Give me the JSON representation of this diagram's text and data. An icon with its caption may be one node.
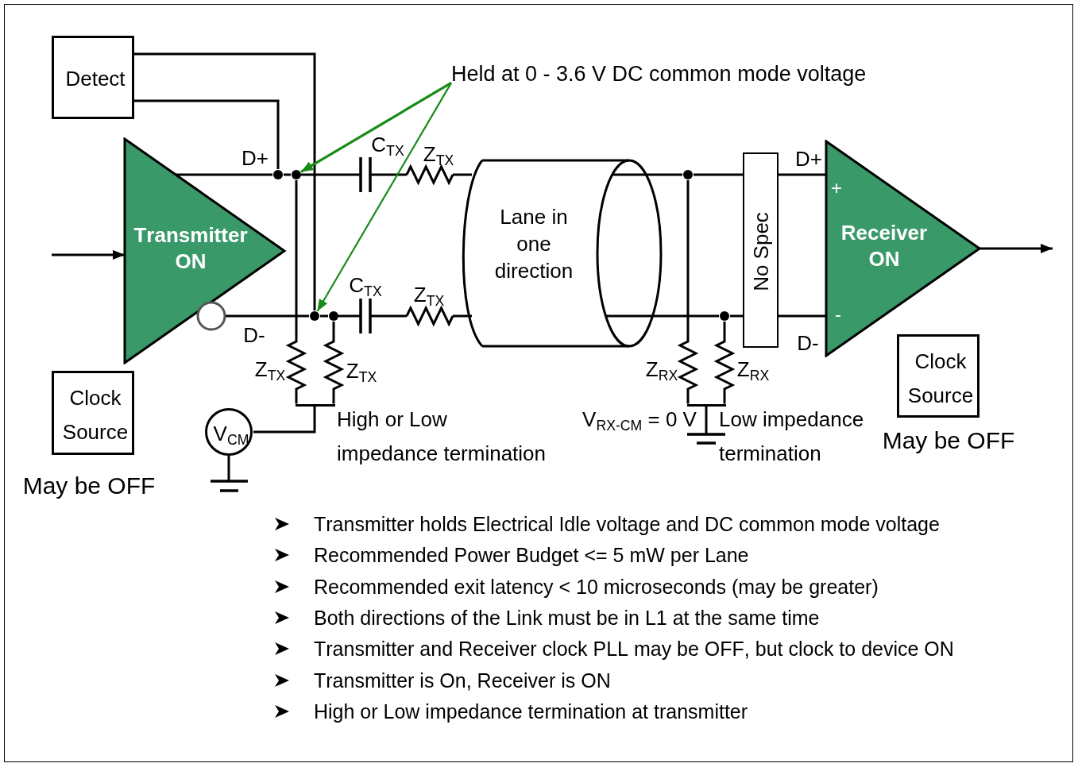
{
  "diagram": {
    "nodes": [
      {
        "text": [
          "Detect"
        ]
      },
      {
        "text": [
          "Held at 0 - 3.6 V DC common mode voltage"
        ]
      },
      {
        "text": [
          "Transmitter ON"
        ]
      },
      {
        "text": [],
        "shape": "circle"
      },
      {
        "text": [],
        "shape": "circle"
      },
      {
        "text": [
          "Lane in one direction"
        ]
      },
      {
        "text": [],
        "shape": "circle"
      },
      {
        "text": [
          "No Spec"
        ]
      },
      {
        "text": [
          "+",
          "Receiver ON",
          "-"
        ]
      },
      {
        "text": [],
        "shape": "circle"
      },
      {
        "text": [],
        "shape": "circle"
      },
      {
        "text": [],
        "shape": "circle"
      },
      {
        "text": [
          "Clock Source"
        ],
        "beside": [
          "May be OFF"
        ]
      },
      {
        "text": [
          "V$_{CM}$"
        ]
      },
      {
        "text": [],
        "shape": "bar"
      },
      {
        "text": [],
        "shape": "bar"
      },
      {
        "text": [
          "Clock Source"
        ],
        "beside": [
          "May be OFF"
        ]
      }
    ],
    "edges": [
      {
        "from": 0,
        "to": 3,
        "arrow": "none"
      },
      {
        "from": 0,
        "to": 9,
        "arrow": "none"
      },
      {
        "from": 1,
        "to": 4,
        "arrow": "to",
        "color": "#168c16"
      },
      {
        "from": 1,
        "to": 9,
        "arrow": "to",
        "color": "#168c16"
      },
      {
        "from": null,
        "to": 2,
        "arrow": "to"
      },
      {
        "from": 2,
        "to": 3,
        "arrow": "none"
      },
      {
        "from": 3,
        "to": 4,
        "arrow": "none"
      },
      {
        "from": 2,
        "to": 9,
        "arrow": "none"
      },
      {
        "from": 9,
        "to": 10,
        "arrow": "none"
      },
      {
        "from": 4,
        "to": 14,
        "arrow": "none"
      },
      {
        "from": 10,
        "to": 14,
        "arrow": "none"
      },
      {
        "from": 14,
        "to": 13,
        "arrow": "none"
      },
      {
        "from": 5,
        "to": 6,
        "arrow": "none"
      },
      {
        "from": 6,
        "to": 7,
        "arrow": "none"
      },
      {
        "from": 5,
        "to": 11,
        "arrow": "none"
      },
      {
        "from": 11,
        "to": 7,
        "arrow": "none"
      },
      {
        "from": 6,
        "to": 15,
        "arrow": "none"
      },
      {
        "from": 11,
        "to": 15,
        "arrow": "none"
      },
      {
        "from": 7,
        "to": 8,
        "arrow": "none"
      },
      {
        "from": 7,
        "to": 8,
        "arrow": "none"
      },
      {
        "from": 8,
        "to": null,
        "arrow": "to"
      }
    ],
    "labels": [
      "D+",
      "C$_{TX}$",
      "Z$_{TX}$",
      "D+",
      "C$_{TX}$",
      "Z$_{TX}$",
      "D-",
      "D-",
      "Z$_{TX}$",
      "Z$_{TX}$",
      "Z$_{RX}$",
      "Z$_{RX}$",
      "High or Low impedance termination",
      "V$_{RX-CM}$ = 0 V",
      "Low impedance termination",
      "Transmitter holds Electrical Idle voltage and DC common mode voltage",
      "Recommended Power Budget <= 5 mW per Lane",
      "Recommended exit latency < 10 microseconds (may be greater)",
      "Both directions of the Link must be in L1 at the same time",
      "Transmitter and Receiver clock PLL may be OFF, but clock to device ON",
      "Transmitter is On, Receiver is ON",
      "High or Low impedance termination at transmitter"
    ]
  }
}
